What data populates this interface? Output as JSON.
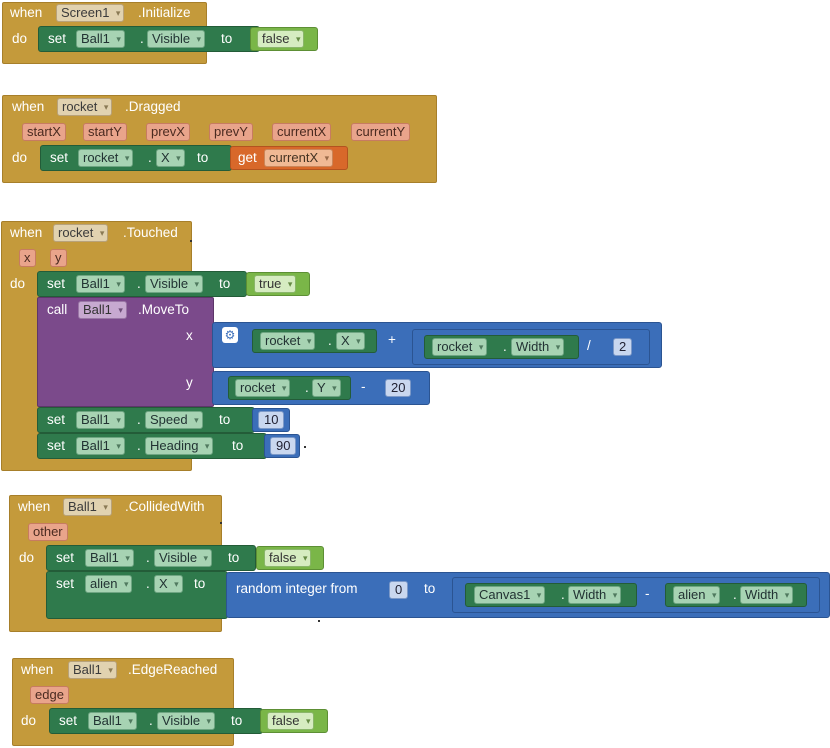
{
  "kw": {
    "when": "when",
    "do": "do",
    "set": "set",
    "to": "to",
    "get": "get",
    "call": "call",
    "dot": ".",
    "plus": "+",
    "minus": "-",
    "divide": "/",
    "random": "random integer from",
    "x": "x",
    "y": "y"
  },
  "initialize": {
    "component": "Screen1",
    "event": ".Initialize",
    "set_component": "Ball1",
    "property": "Visible",
    "value": "false"
  },
  "dragged": {
    "component": "rocket",
    "event": ".Dragged",
    "params": [
      "startX",
      "startY",
      "prevX",
      "prevY",
      "currentX",
      "currentY"
    ],
    "set_component": "rocket",
    "property": "X",
    "get_var": "currentX"
  },
  "touched": {
    "component": "rocket",
    "event": ".Touched",
    "params": [
      "x",
      "y"
    ],
    "set1_component": "Ball1",
    "set1_property": "Visible",
    "set1_value": "true",
    "call_component": "Ball1",
    "call_method": ".MoveTo",
    "x_comp1": "rocket",
    "x_prop1": "X",
    "x_comp2": "rocket",
    "x_prop2": "Width",
    "x_divisor": "2",
    "y_comp": "rocket",
    "y_prop": "Y",
    "y_sub": "20",
    "set2_component": "Ball1",
    "set2_property": "Speed",
    "set2_value": "10",
    "set3_component": "Ball1",
    "set3_property": "Heading",
    "set3_value": "90"
  },
  "collided": {
    "component": "Ball1",
    "event": ".CollidedWith",
    "params": [
      "other"
    ],
    "set1_component": "Ball1",
    "set1_property": "Visible",
    "set1_value": "false",
    "set2_component": "alien",
    "set2_property": "X",
    "rand_from": "0",
    "rand_comp1": "Canvas1",
    "rand_prop1": "Width",
    "rand_comp2": "alien",
    "rand_prop2": "Width"
  },
  "edge": {
    "component": "Ball1",
    "event": ".EdgeReached",
    "params": [
      "edge"
    ],
    "set_component": "Ball1",
    "property": "Visible",
    "value": "false"
  },
  "colors": {
    "event": "#c49a3b",
    "setter": "#2f7a4c",
    "logic": "#7ab648",
    "math": "#3b6eb9",
    "procedure": "#7b4a8b",
    "variable": "#d8682a"
  }
}
